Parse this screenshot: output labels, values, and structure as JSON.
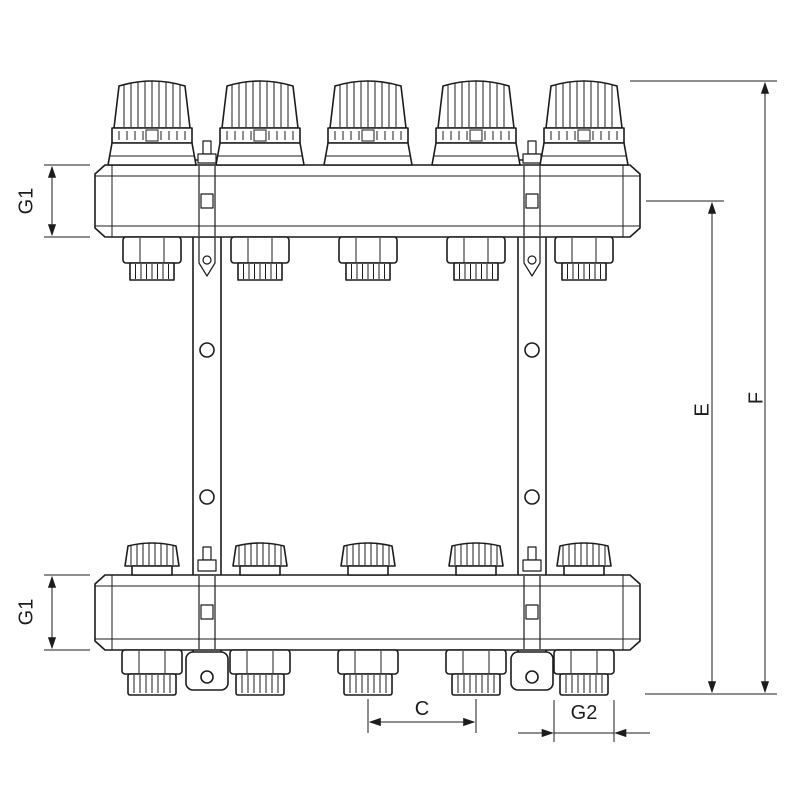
{
  "diagram": {
    "circuits": 5
  },
  "dimension_labels": {
    "g1_top": "G1",
    "g1_bottom": "G1",
    "e": "E",
    "f": "F",
    "c": "C",
    "g2": "G2"
  },
  "colors": {
    "line": "#1c1c1c",
    "background": "#ffffff"
  }
}
